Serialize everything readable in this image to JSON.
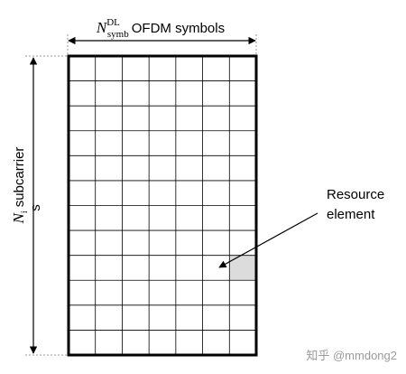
{
  "grid": {
    "columns": 7,
    "rows": 12,
    "highlighted_cell": {
      "column": 6,
      "row": 8
    },
    "highlight_color": "#dcdcdc"
  },
  "top_label": {
    "main": "N",
    "superscript": "DL",
    "subscript": "symb",
    "suffix": "OFDM symbols"
  },
  "left_label": {
    "main": "N",
    "subscript": "i",
    "line1": "subcarrier",
    "line2": "s"
  },
  "callout": {
    "line1": "Resource",
    "line2": "element"
  },
  "watermark": "知乎 @mmdong2",
  "colors": {
    "line": "#000000",
    "dotted": "#9a9a9a",
    "watermark": "#9a9a9a"
  }
}
